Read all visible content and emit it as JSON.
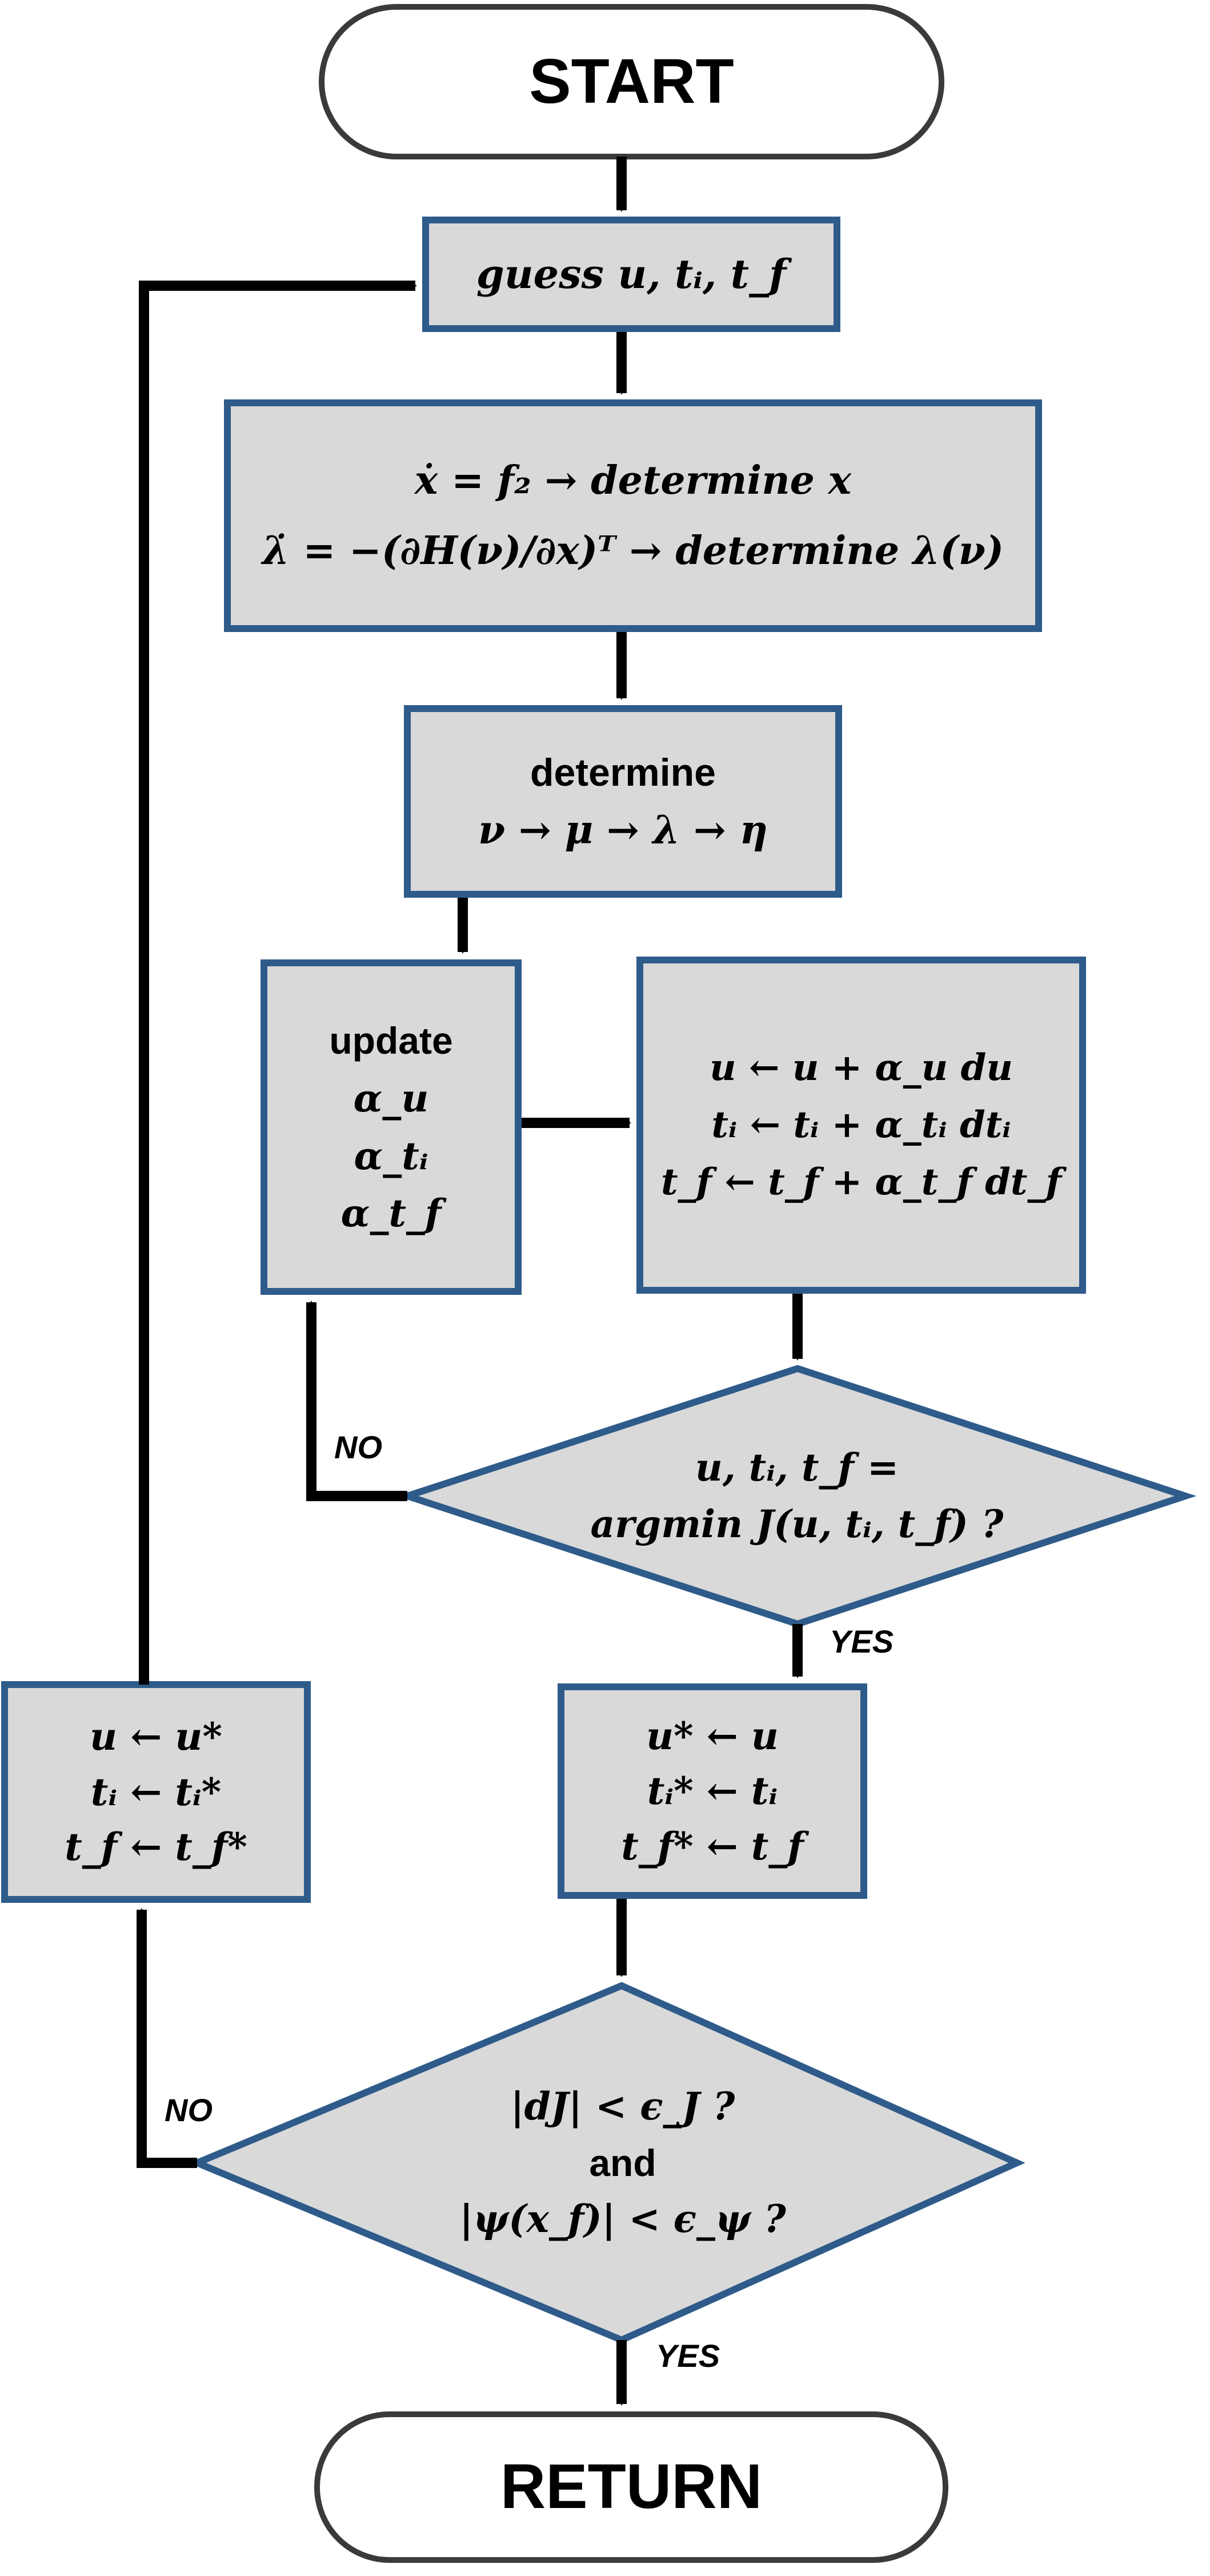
{
  "colors": {
    "box_fill": "#d9d9d9",
    "box_border": "#2e5b8a",
    "terminal_border": "#3a3a3a",
    "arrow": "#000000"
  },
  "nodes": {
    "start": "START",
    "guess": "guess u, tᵢ, t_f",
    "dynamics_line1": "ẋ = f₂ → determine x",
    "dynamics_line2": "λ̇ = −(∂H(ν)/∂x)ᵀ → determine λ(ν)",
    "determine_line1": "determine",
    "determine_line2": "ν → μ → λ → η",
    "update_line1": "update",
    "update_line2": "α_u",
    "update_line3": "α_tᵢ",
    "update_line4": "α_t_f",
    "step_line1": "u ← u + α_u du",
    "step_line2": "tᵢ ← tᵢ + α_tᵢ dtᵢ",
    "step_line3": "t_f ← t_f + α_t_f dt_f",
    "argmin_line1": "u, tᵢ, t_f =",
    "argmin_line2": "argmin J(u, tᵢ, t_f) ?",
    "store_line1": "u* ← u",
    "store_line2": "tᵢ* ← tᵢ",
    "store_line3": "t_f* ← t_f",
    "reset_line1": "u ← u*",
    "reset_line2": "tᵢ ← tᵢ*",
    "reset_line3": "t_f ← t_f*",
    "conv_line1": "|dJ| < ϵ_J ?",
    "conv_line2": "and",
    "conv_line3": "|ψ(x_f)| < ϵ_ψ ?",
    "return": "RETURN"
  },
  "edge_labels": {
    "argmin_no": "NO",
    "argmin_yes": "YES",
    "conv_no": "NO",
    "conv_yes": "YES"
  }
}
